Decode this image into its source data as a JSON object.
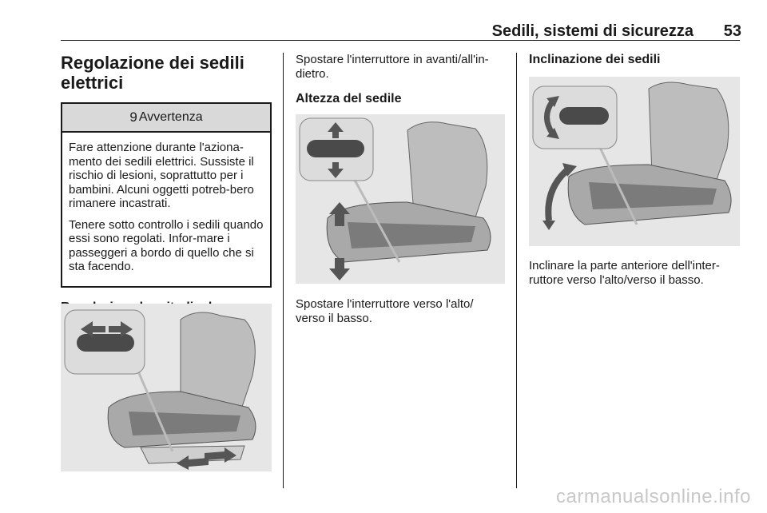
{
  "header": {
    "title": "Sedili, sistemi di sicurezza",
    "page_number": "53"
  },
  "left": {
    "section_title_line1": "Regolazione dei sedili",
    "section_title_line2": "elettrici",
    "warning": {
      "symbol": "9",
      "label": "Avvertenza",
      "paragraph1": "Fare attenzione durante l'aziona-mento dei sedili elettrici. Sussiste il rischio di lesioni, soprattutto per i bambini. Alcuni oggetti potreb-bero rimanere incastrati.",
      "paragraph2": "Tenere sotto controllo i sedili quando essi sono regolati. Infor-mare i passeggeri a bordo di quello che si sta facendo."
    },
    "longitudinal_heading": "Regolazione longitudinale"
  },
  "middle": {
    "intro_text": "Spostare l'interruttore in avanti/all'in-dietro.",
    "height_heading": "Altezza del sedile",
    "height_caption": "Spostare l'interruttore verso l'alto/ verso il basso."
  },
  "right": {
    "tilt_heading": "Inclinazione dei sedili",
    "tilt_caption": "Inclinare la parte anteriore dell'inter-ruttore verso l'alto/verso il basso."
  },
  "watermark": "carmanualsonline.info"
}
